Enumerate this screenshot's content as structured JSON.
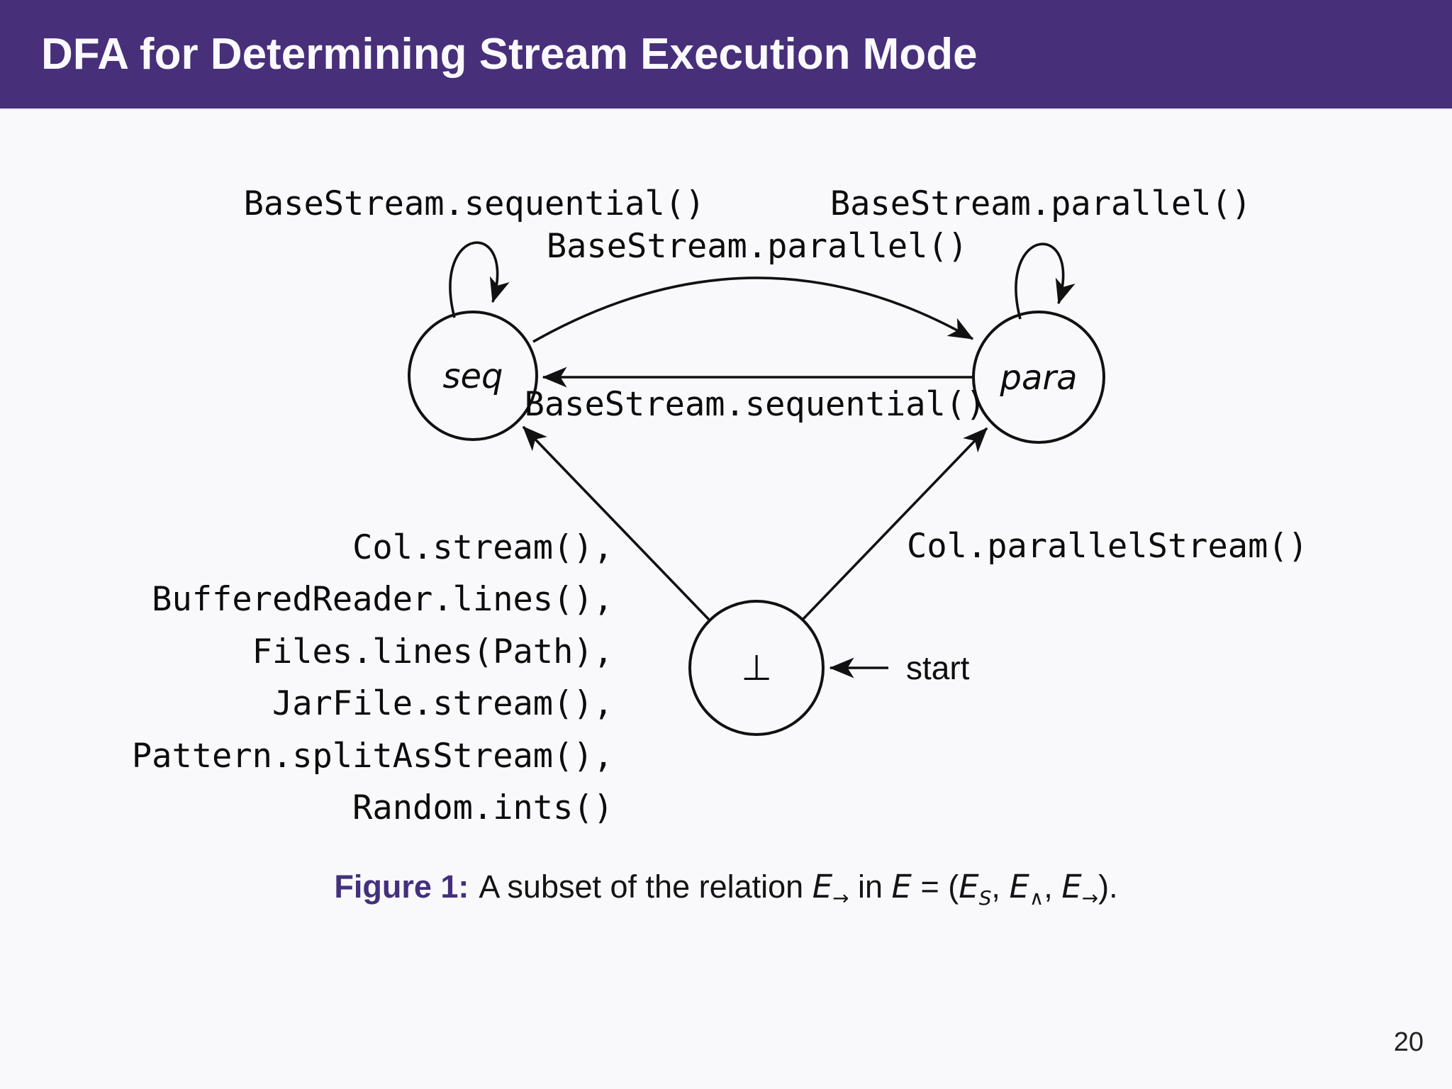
{
  "slide": {
    "title": "DFA for Determining Stream Execution Mode",
    "page_number": "20"
  },
  "colors": {
    "header_bg": "#472f7a",
    "accent_purple": "#43307d",
    "background": "#f9f9fb",
    "ink": "#111111"
  },
  "diagram": {
    "type": "dfa-state-diagram",
    "states": {
      "seq": {
        "label": "seq"
      },
      "para": {
        "label": "para"
      },
      "bottom": {
        "label": "⊥"
      }
    },
    "start_label": "start",
    "edge_labels": {
      "seq_self": "BaseStream.sequential()",
      "para_self": "BaseStream.parallel()",
      "seq_to_para": "BaseStream.parallel()",
      "para_to_seq": "BaseStream.sequential()",
      "bottom_to_para": "Col.parallelStream()",
      "bottom_to_seq": [
        "Col.stream(),",
        "BufferedReader.lines(),",
        "Files.lines(Path),",
        "JarFile.stream(),",
        "Pattern.splitAsStream(),",
        "Random.ints()"
      ]
    }
  },
  "caption": {
    "label": "Figure 1:",
    "segments": [
      {
        "t": "text",
        "v": "A subset of the relation "
      },
      {
        "t": "math",
        "v": "E"
      },
      {
        "t": "sub",
        "v": "→"
      },
      {
        "t": "text",
        "v": " in "
      },
      {
        "t": "math",
        "v": "E"
      },
      {
        "t": "text",
        "v": " = ("
      },
      {
        "t": "math",
        "v": "E"
      },
      {
        "t": "sub",
        "v": "S"
      },
      {
        "t": "text",
        "v": ", "
      },
      {
        "t": "math",
        "v": "E"
      },
      {
        "t": "sub",
        "v": "∧"
      },
      {
        "t": "text",
        "v": ", "
      },
      {
        "t": "math",
        "v": "E"
      },
      {
        "t": "sub",
        "v": "→"
      },
      {
        "t": "text",
        "v": ")."
      }
    ]
  }
}
